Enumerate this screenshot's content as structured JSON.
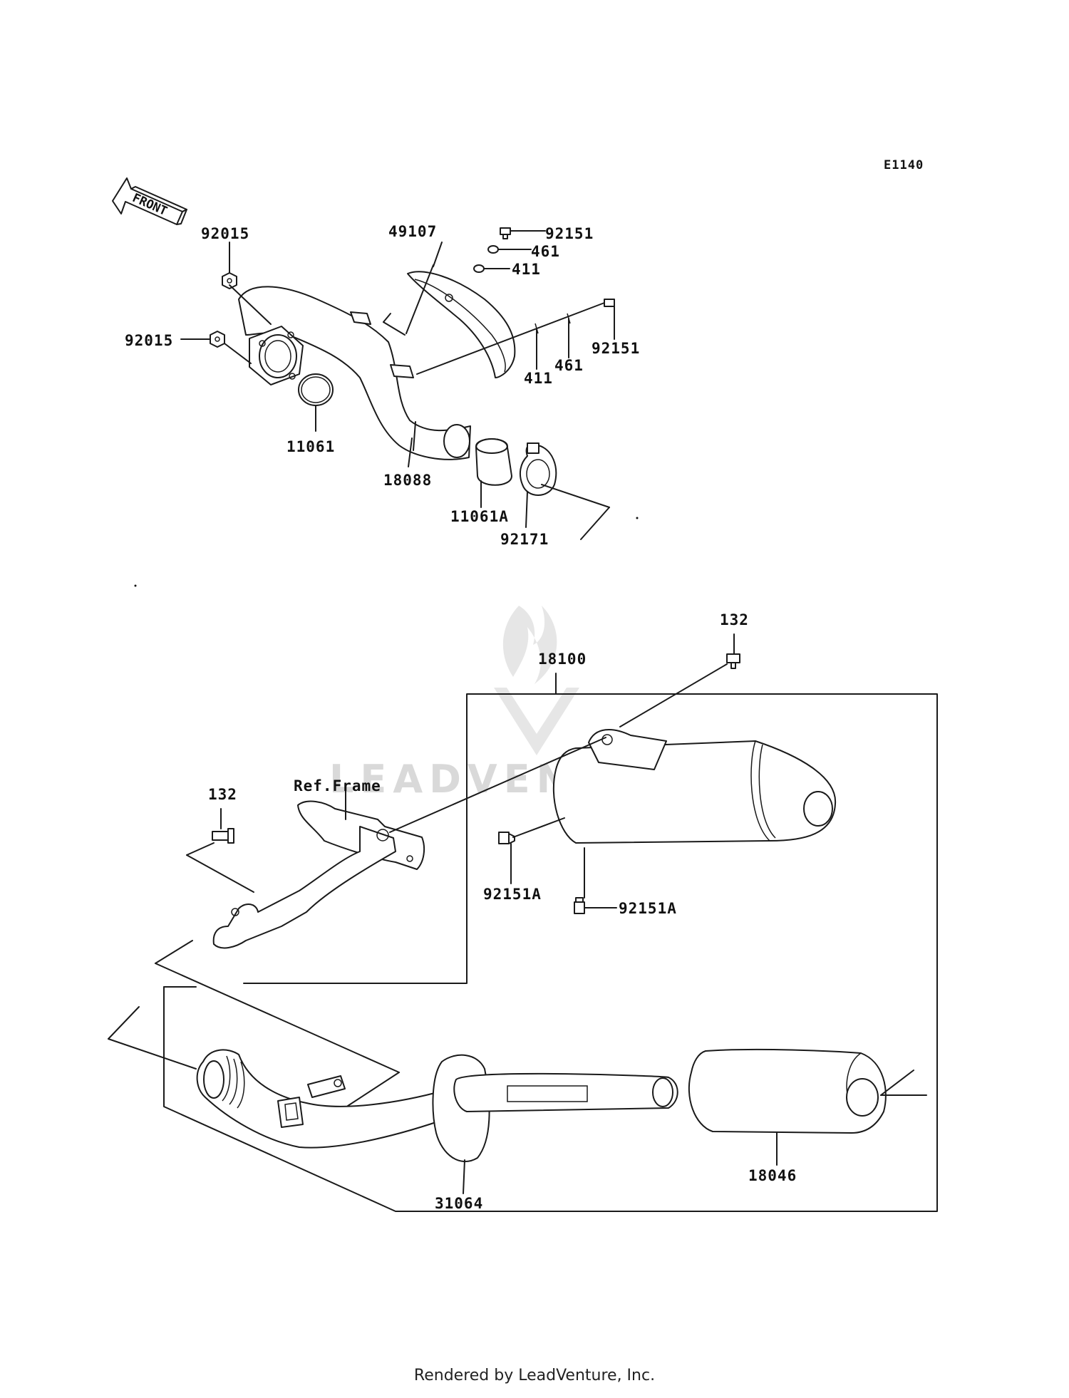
{
  "diagram_code": "E1140",
  "front_arrow_text": "FRONT",
  "watermark": "LEADVENTURE",
  "footer": "Rendered by LeadVenture, Inc.",
  "parts": {
    "p92015_a": "92015",
    "p92015_b": "92015",
    "p11061": "11061",
    "p18088": "18088",
    "p11061A": "11061A",
    "p92171": "92171",
    "p49107": "49107",
    "p92151_a": "92151",
    "p461_a": "461",
    "p411_a": "411",
    "p411_b": "411",
    "p461_b": "461",
    "p92151_b": "92151",
    "p132_a": "132",
    "p18100": "18100",
    "p132_b": "132",
    "ref_frame": "Ref.Frame",
    "p92151A_a": "92151A",
    "p92151A_b": "92151A",
    "p31064": "31064",
    "p18046": "18046"
  }
}
